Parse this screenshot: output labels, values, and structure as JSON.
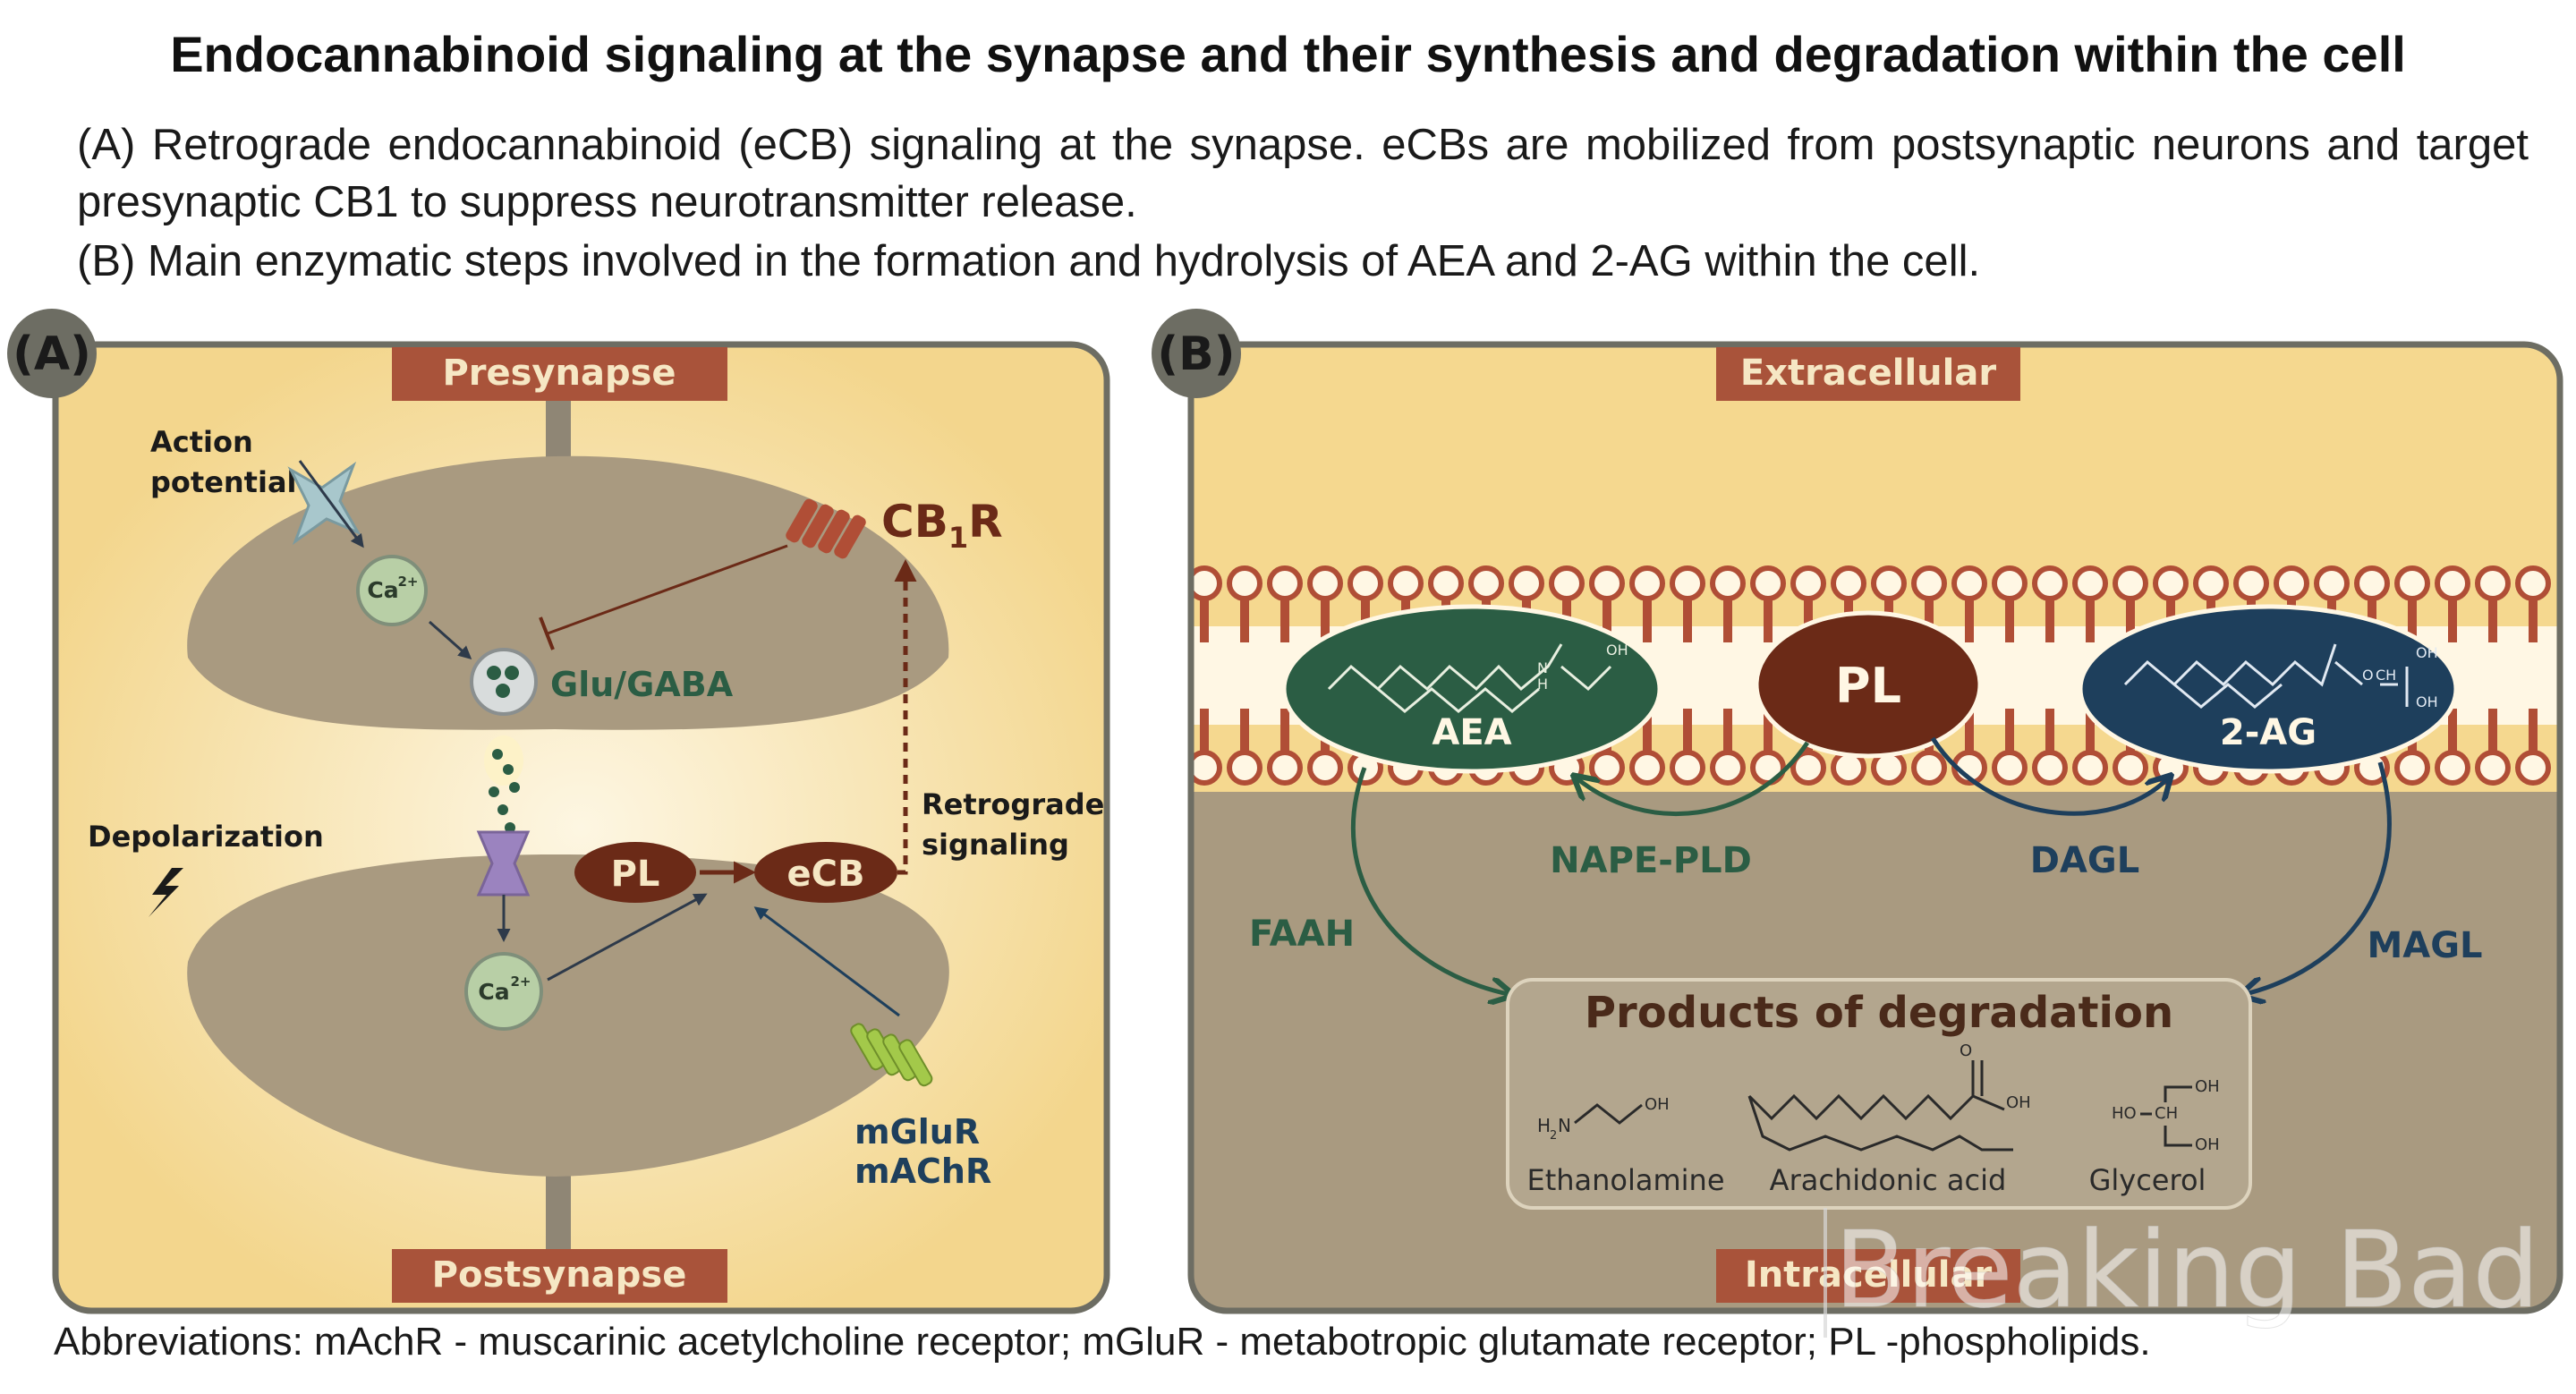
{
  "title": "Endocannabinoid signaling at the synapse and their synthesis and degradation within the cell",
  "caption": {
    "a": "(A) Retrograde endocannabinoid (eCB) signaling at the synapse. eCBs are mobilized from postsynaptic neurons and target presynaptic CB1 to suppress neurotransmitter release.",
    "b": "(B) Main enzymatic steps involved in the formation and hydrolysis of AEA and 2-AG within the cell."
  },
  "panel_a": {
    "tag": "(A)",
    "presynapse": "Presynapse",
    "postsynapse": "Postsynapse",
    "action_potential_1": "Action",
    "action_potential_2": "potential",
    "ca_top": "Ca",
    "ca_bottom": "Ca",
    "ca_sup": "2+",
    "glu_gaba": "Glu/GABA",
    "cb1r_main": "CB",
    "cb1r_sub": "1",
    "cb1r_end": "R",
    "depolarization": "Depolarization",
    "pl": "PL",
    "ecb": "eCB",
    "retro_1": "Retrograde",
    "retro_2": "signaling",
    "mglur": "mGluR",
    "machr": "mAChR"
  },
  "panel_b": {
    "tag": "(B)",
    "extracellular": "Extracellular",
    "intracellular": "Intracellular",
    "aea": "AEA",
    "pl": "PL",
    "two_ag": "2-AG",
    "nape_pld": "NAPE-PLD",
    "dagl": "DAGL",
    "faah": "FAAH",
    "magl": "MAGL",
    "products_title": "Products of degradation",
    "ethanolamine": "Ethanolamine",
    "arachidonic_acid": "Arachidonic acid",
    "glycerol": "Glycerol",
    "chem_oh": "OH",
    "chem_n": "N",
    "chem_h": "H",
    "chem_o": "O",
    "chem_ch": "CH",
    "chem_h2n": "H",
    "chem_2": "2",
    "chem_ho": "HO"
  },
  "watermark": "Breaking Bad",
  "abbreviations": "Abbreviations: mAchR - muscarinic acetylcholine receptor; mGluR - metabotropic glutamate receptor; PL -phospholipids.",
  "colors": {
    "label_box": "#a9533a",
    "label_text": "#f6e7c4",
    "panel_bg": "#f5d88f",
    "neuron": "#a99a80",
    "dark_brown": "#6b2a17",
    "green": "#2b5d44",
    "navy": "#1e3f5c",
    "membrane": "#b04e36",
    "lipid_head": "#fff7e4"
  }
}
